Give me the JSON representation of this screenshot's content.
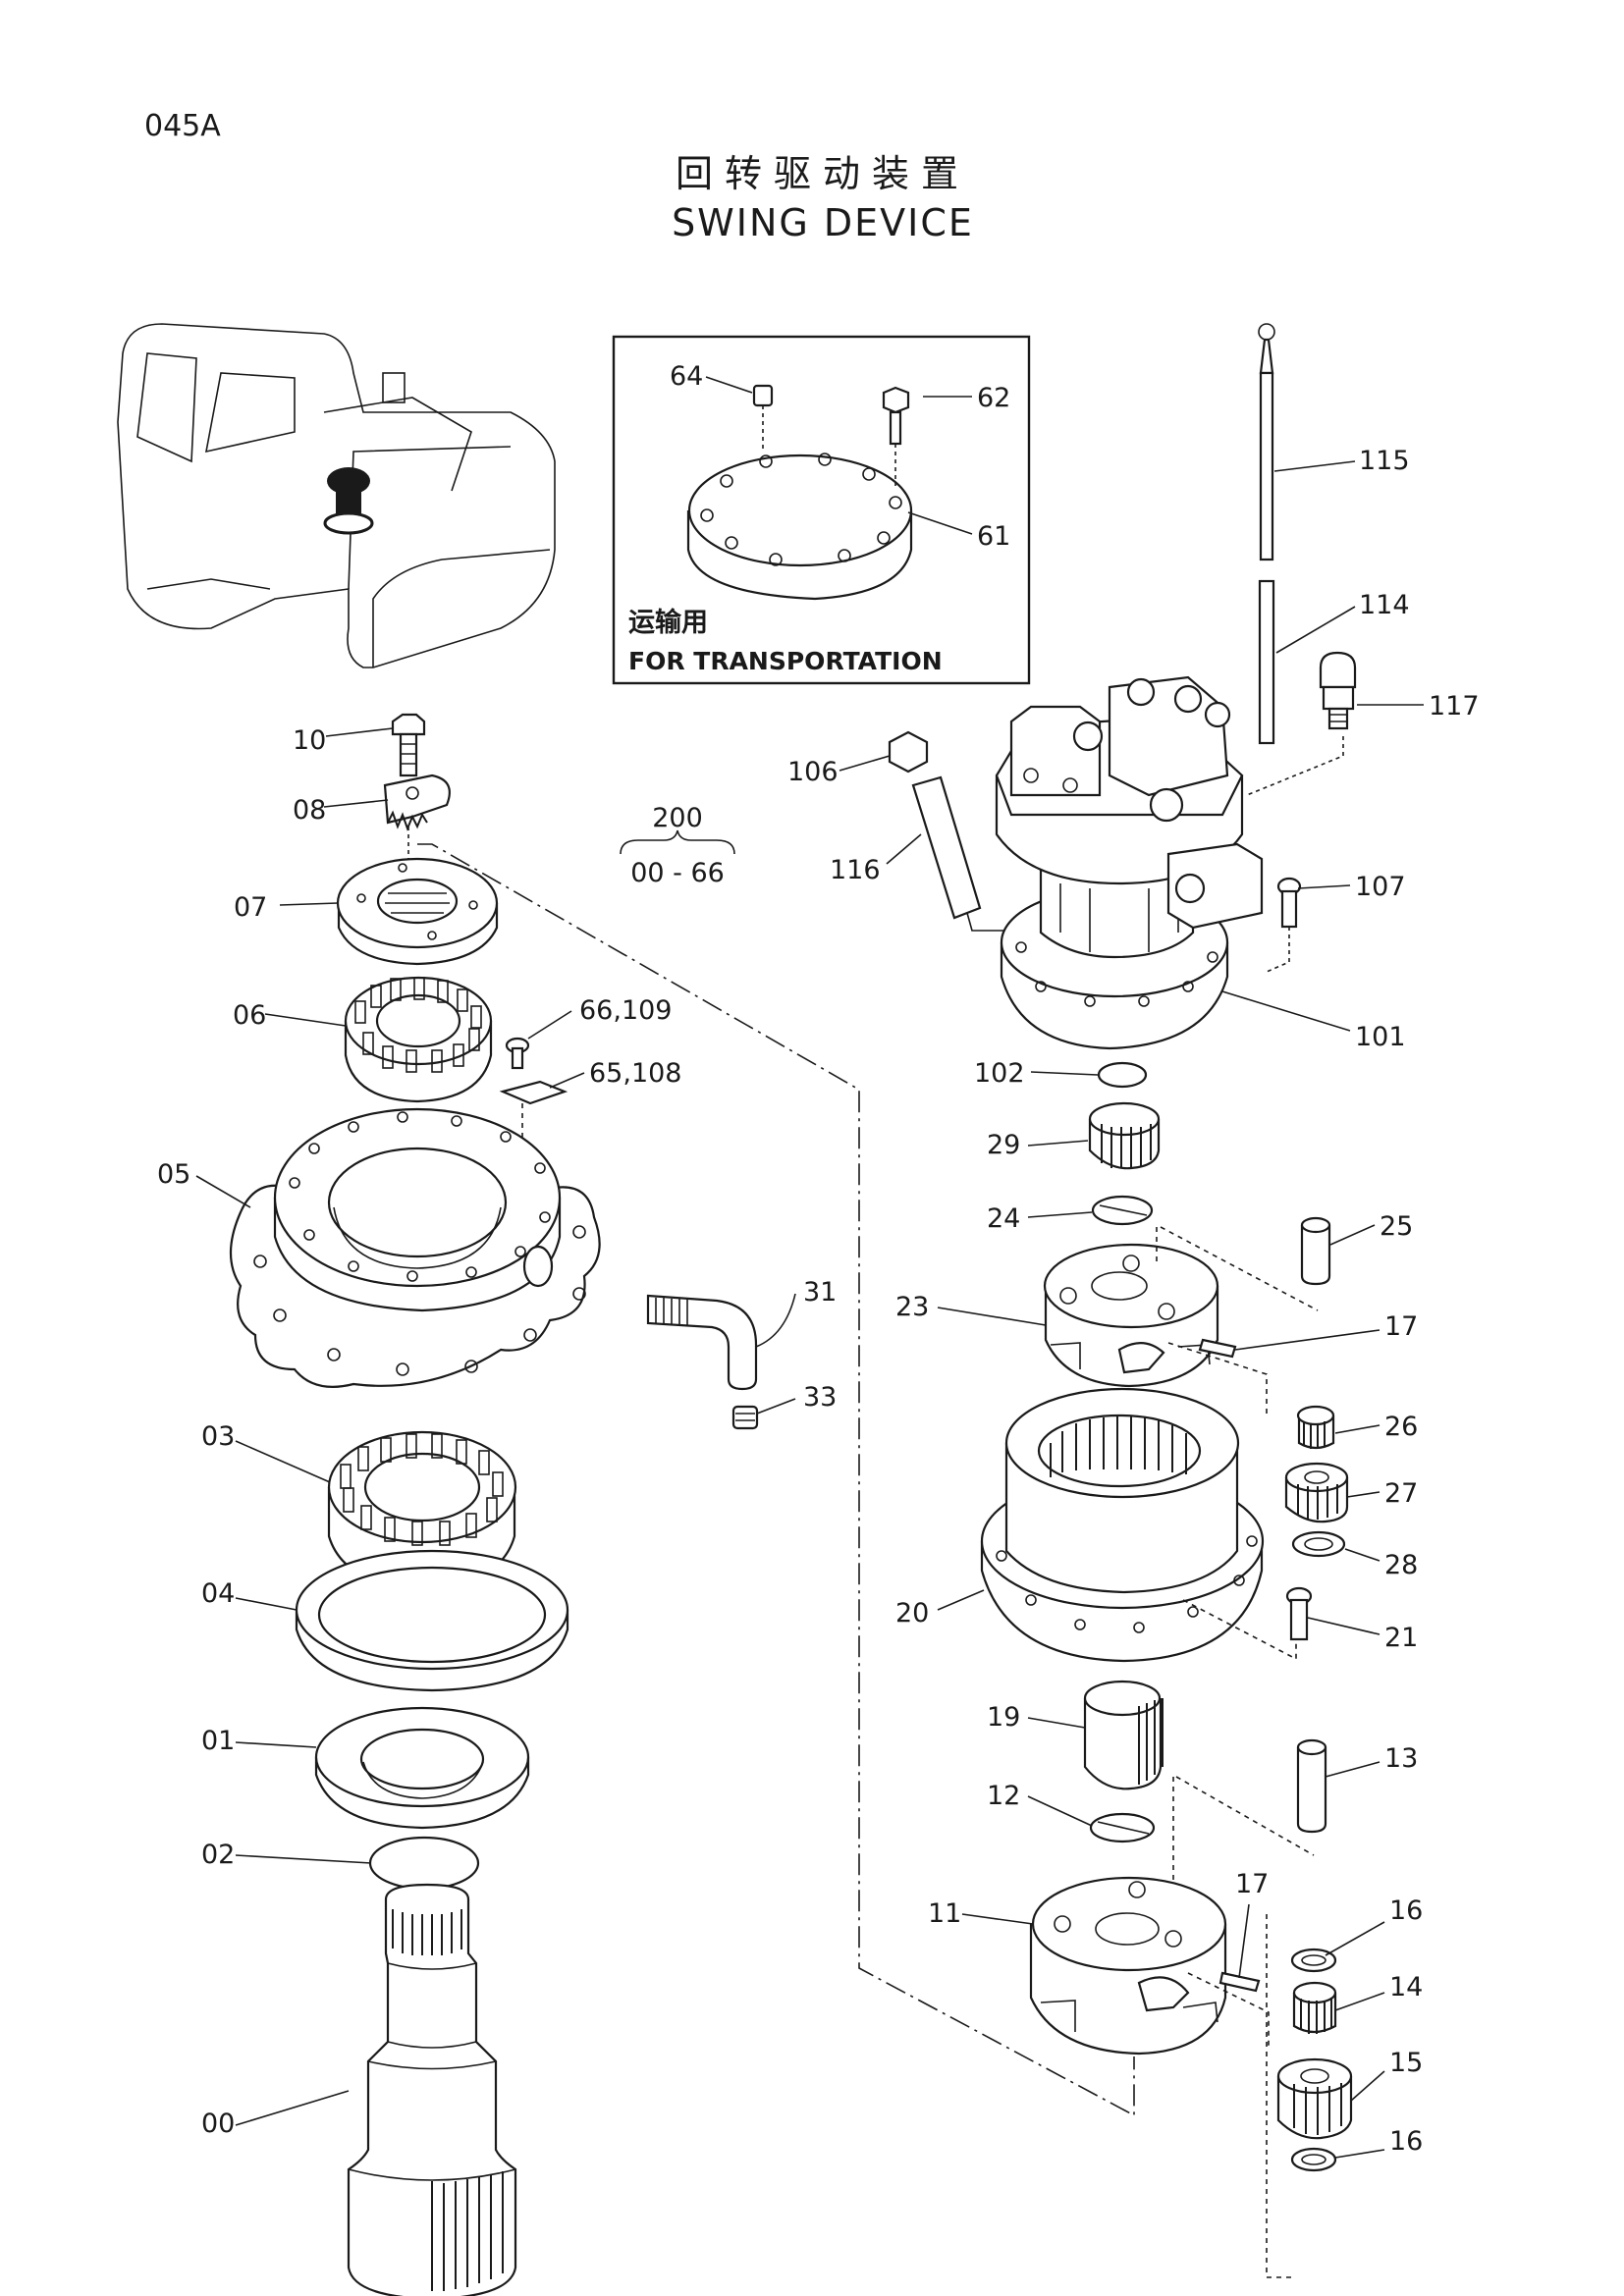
{
  "page_code": "045A",
  "title_cn": "回转驱动装置",
  "title_en": "SWING DEVICE",
  "inset": {
    "label_cn": "运输用",
    "label_en": "FOR TRANSPORTATION",
    "parts": [
      "64",
      "62",
      "61"
    ]
  },
  "assembly": {
    "number": "200",
    "range": "00 - 66"
  },
  "callouts": {
    "p10": "10",
    "p08": "08",
    "p07": "07",
    "p06": "06",
    "p05": "05",
    "p03": "03",
    "p04": "04",
    "p01": "01",
    "p02": "02",
    "p00": "00",
    "p66_109": "66,109",
    "p65_108": "65,108",
    "p31": "31",
    "p33": "33",
    "p106": "106",
    "p116": "116",
    "p115": "115",
    "p114": "114",
    "p117": "117",
    "p107": "107",
    "p101": "101",
    "p102": "102",
    "p29": "29",
    "p24": "24",
    "p25": "25",
    "p23": "23",
    "p17a": "17",
    "p26": "26",
    "p27": "27",
    "p28": "28",
    "p20": "20",
    "p21": "21",
    "p19": "19",
    "p13": "13",
    "p12": "12",
    "p11": "11",
    "p17b": "17",
    "p16a": "16",
    "p14": "14",
    "p15": "15",
    "p16b": "16"
  },
  "colors": {
    "ink": "#1a1a1a",
    "paper": "#ffffff"
  }
}
